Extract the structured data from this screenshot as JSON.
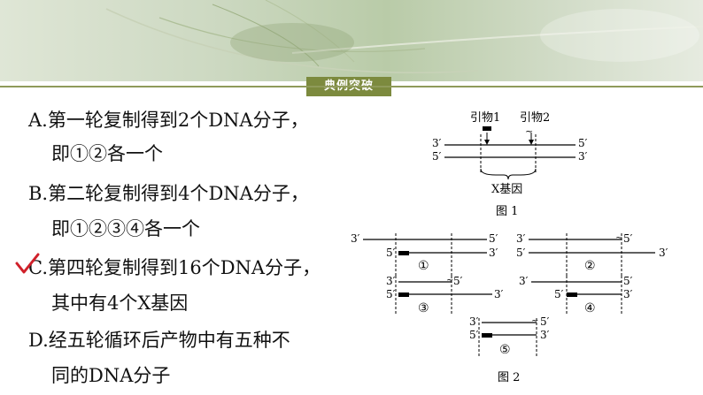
{
  "header": {
    "tag": "典例突破"
  },
  "options": [
    {
      "line1": "A.第一轮复制得到2个DNA分子，",
      "line2": "即①②各一个"
    },
    {
      "line1": "B.第二轮复制得到4个DNA分子，",
      "line2": "即①②③④各一个"
    },
    {
      "line1": "C.第四轮复制得到16个DNA分子，",
      "line2": "其中有4个X基因"
    },
    {
      "line1": "D.经五轮循环后产物中有五种不",
      "line2": "同的DNA分子"
    }
  ],
  "figure1": {
    "primer1": "引物1",
    "primer2": "引物2",
    "gene": "X基因",
    "caption": "图 1"
  },
  "figure2": {
    "caption": "图 2",
    "m1": "①",
    "m2": "②",
    "m3": "③",
    "m4": "④",
    "m5": "⑤"
  },
  "ends": {
    "three": "3′",
    "five": "5′"
  },
  "colors": {
    "tag_bg": "#7c8a3e",
    "check": "#d0202a"
  }
}
